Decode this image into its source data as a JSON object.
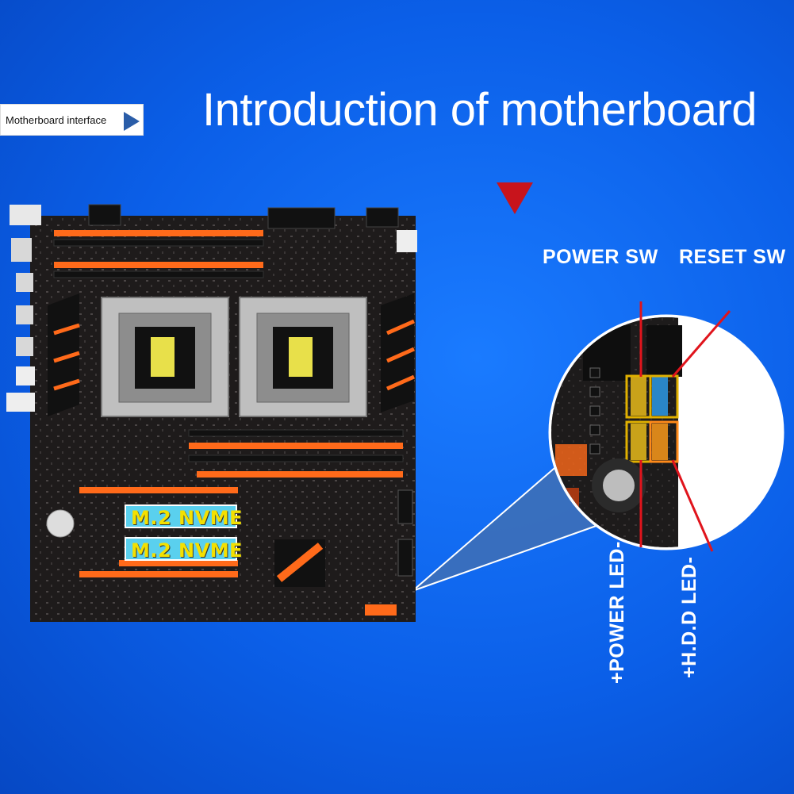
{
  "tag": {
    "label": "Motherboard interface"
  },
  "title": "Introduction of motherboard",
  "labels": {
    "power_sw": "POWER SW",
    "reset_sw": "RESET SW",
    "power_led": "+POWER LED-",
    "hdd_led": "+H.D.D LED-"
  },
  "slots": {
    "m2_a": "M.2 NVME",
    "m2_b": "M.2 NVME"
  },
  "colors": {
    "background": "#0b5fe8",
    "accent_orange": "#ff6a1a",
    "pointer_red": "#c8141c",
    "board": "#1c1a1a"
  }
}
